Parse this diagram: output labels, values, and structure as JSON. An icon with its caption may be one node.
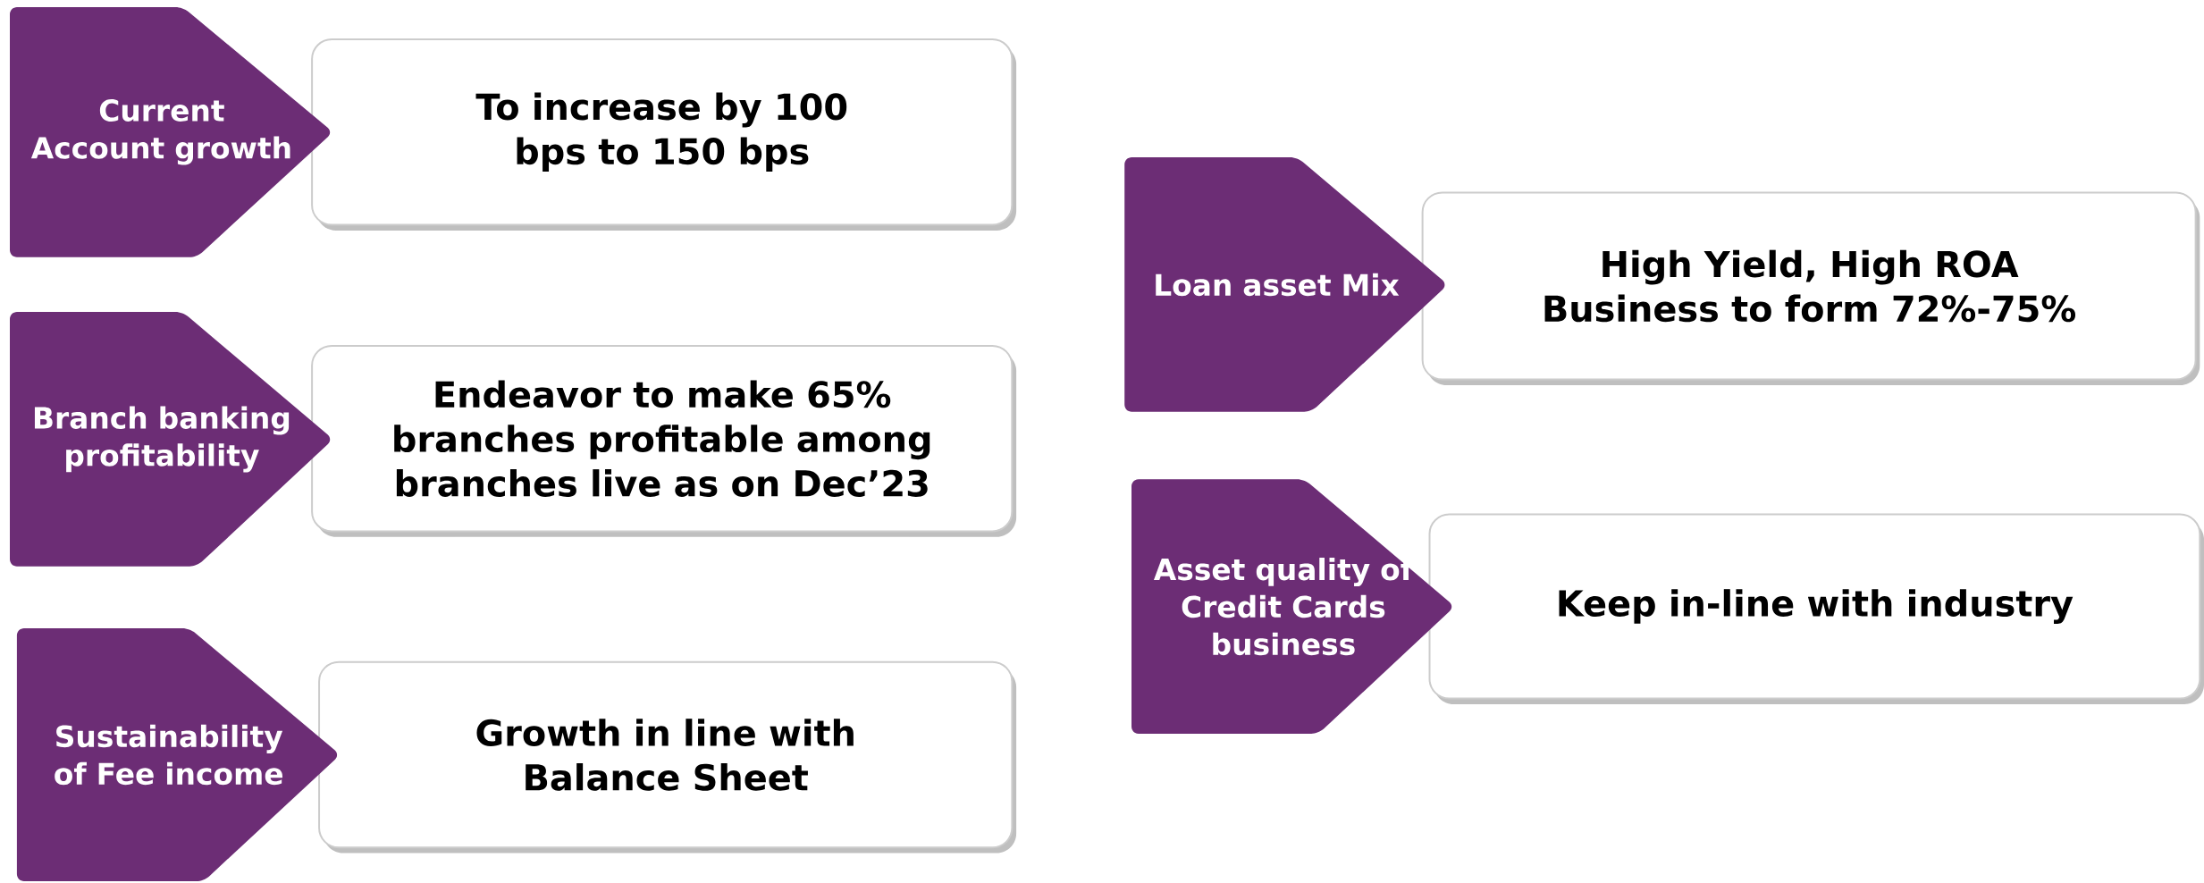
{
  "diagram": {
    "nodes": [
      {
        "text": [
          "Current Account growth"
        ]
      },
      {
        "text": [
          "To increase by 100 bps to 150 bps"
        ]
      },
      {
        "text": [
          "Branch banking profitability"
        ]
      },
      {
        "text": [
          "Endeavor to make 65% branches profitable among branches live as on Dec’23"
        ]
      },
      {
        "text": [
          "Sustainability of Fee income"
        ]
      },
      {
        "text": [
          "Growth in line with Balance Sheet"
        ]
      },
      {
        "text": [
          "Loan asset Mix"
        ]
      },
      {
        "text": [
          "High Yield, High ROA Business to form 72%-75%"
        ]
      },
      {
        "text": [
          "Asset quality of Credit Cards business"
        ]
      },
      {
        "text": [
          "Keep in-line with industry"
        ]
      }
    ]
  }
}
